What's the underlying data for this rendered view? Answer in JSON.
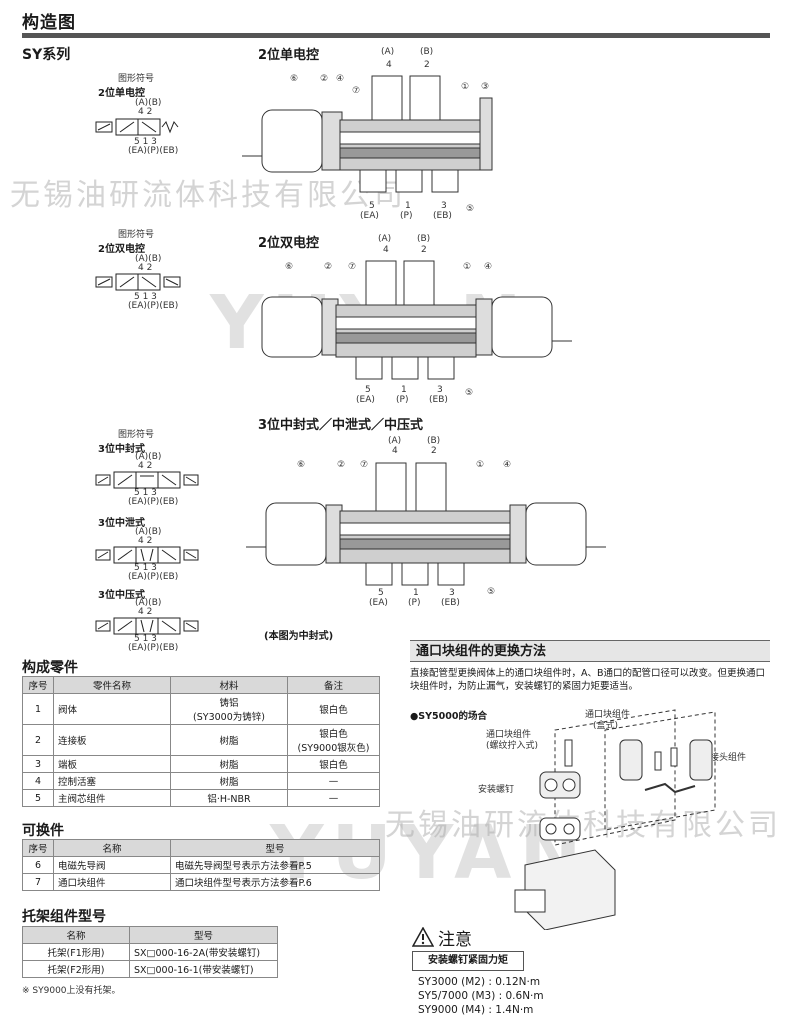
{
  "header": {
    "title": "构造图",
    "series": "SY系列"
  },
  "symbols": {
    "caption": "图形符号",
    "single": "2位单电控",
    "double": "2位双电控",
    "closed": "3位中封式",
    "exhaust": "3位中泄式",
    "pressure": "3位中压式",
    "top_ports": "(A)(B)",
    "top_nums": "4  2",
    "bot_nums": "5  1  3",
    "bot_ports": "(EA)(P)(EB)"
  },
  "diagrams": {
    "single_title": "2位单电控",
    "double_title": "2位双电控",
    "three_title": "3位中封式／中泄式／中压式",
    "three_note": "(本图为中封式)",
    "port_A": "(A)",
    "port_A_num": "4",
    "port_B": "(B)",
    "port_B_num": "2",
    "port_5": "5",
    "port_EA": "(EA)",
    "port_1": "1",
    "port_P": "(P)",
    "port_3": "3",
    "port_EB": "(EB)",
    "callouts": [
      "①",
      "②",
      "③",
      "④",
      "⑤",
      "⑥",
      "⑦"
    ]
  },
  "parts_table": {
    "title": "构成零件",
    "headers": [
      "序号",
      "零件名称",
      "材料",
      "备注"
    ],
    "rows": [
      {
        "no": "1",
        "name": "阀体",
        "material": "铸铝",
        "material2": "(SY3000为铸锌)",
        "note": "银白色",
        "note2": ""
      },
      {
        "no": "2",
        "name": "连接板",
        "material": "树脂",
        "material2": "",
        "note": "银白色",
        "note2": "(SY9000银灰色)"
      },
      {
        "no": "3",
        "name": "端板",
        "material": "树脂",
        "material2": "",
        "note": "银白色",
        "note2": ""
      },
      {
        "no": "4",
        "name": "控制活塞",
        "material": "树脂",
        "material2": "",
        "note": "—",
        "note2": ""
      },
      {
        "no": "5",
        "name": "主阀芯组件",
        "material": "铝·H-NBR",
        "material2": "",
        "note": "—",
        "note2": ""
      }
    ]
  },
  "replace_table": {
    "title": "可换件",
    "headers": [
      "序号",
      "名称",
      "型号"
    ],
    "rows": [
      {
        "no": "6",
        "name": "电磁先导阀",
        "model": "电磁先导阀型号表示方法参看P.5"
      },
      {
        "no": "7",
        "name": "通口块组件",
        "model": "通口块组件型号表示方法参看P.6"
      }
    ]
  },
  "bracket_table": {
    "title": "托架组件型号",
    "headers": [
      "名称",
      "型号"
    ],
    "rows": [
      {
        "name": "托架(F1形用)",
        "model": "SX□000-16-2A(带安装螺钉)"
      },
      {
        "name": "托架(F2形用)",
        "model": "SX□000-16-1(带安装螺钉)"
      }
    ],
    "footnote": "※ SY9000上没有托架。"
  },
  "port_block": {
    "title": "通口块组件的更换方法",
    "text": "直接配管型更换阀体上的通口块组件时，A、B通口的配管口径可以改变。但更换通口块组件时，为防止漏气，安装螺钉的紧固力矩要适当。",
    "case": "●SY5000的场合",
    "label_thread": "通口块组件",
    "label_thread2": "(螺纹拧入式)",
    "label_box": "通口块组件",
    "label_box2": "(盒式)",
    "label_screw": "安装螺钉",
    "label_fitting": "接头组件"
  },
  "caution": {
    "title": "注意",
    "torque_title": "安装螺钉紧固力矩",
    "lines": [
      "SY3000 (M2) : 0.12N·m",
      "SY5/7000 (M3) : 0.6N·m",
      "SY9000 (M4) : 1.4N·m"
    ]
  },
  "watermark": {
    "company": "无锡油研流体科技有限公司",
    "logo": "YUYAN"
  }
}
